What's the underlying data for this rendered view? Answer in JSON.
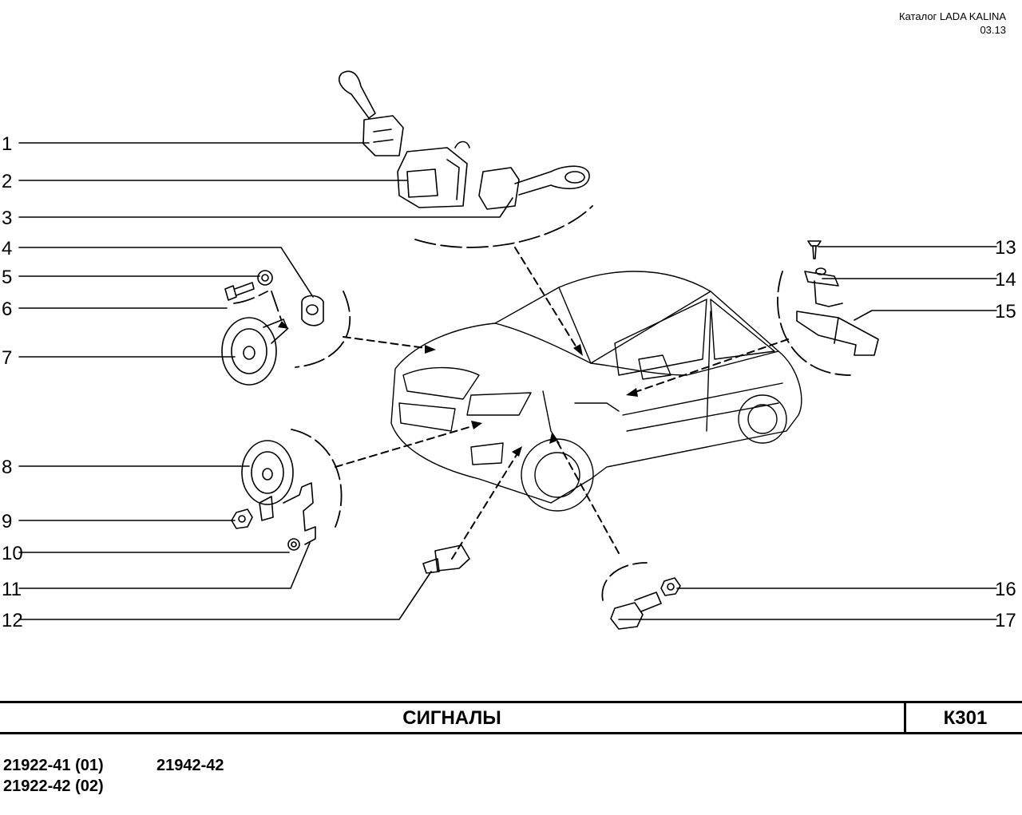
{
  "header": {
    "catalog": "Каталог LADA KALINA",
    "date": "03.13"
  },
  "callouts": [
    {
      "n": "1"
    },
    {
      "n": "2"
    },
    {
      "n": "3"
    },
    {
      "n": "4"
    },
    {
      "n": "5"
    },
    {
      "n": "6"
    },
    {
      "n": "7"
    },
    {
      "n": "8"
    },
    {
      "n": "9"
    },
    {
      "n": "10"
    },
    {
      "n": "11"
    },
    {
      "n": "12"
    },
    {
      "n": "13"
    },
    {
      "n": "14"
    },
    {
      "n": "15"
    },
    {
      "n": "16"
    },
    {
      "n": "17"
    }
  ],
  "title": "СИГНАЛЫ",
  "code": "К301",
  "models": {
    "col1": [
      "21922-41 (01)",
      "21922-42 (02)"
    ],
    "col2": [
      "21942-42"
    ]
  }
}
